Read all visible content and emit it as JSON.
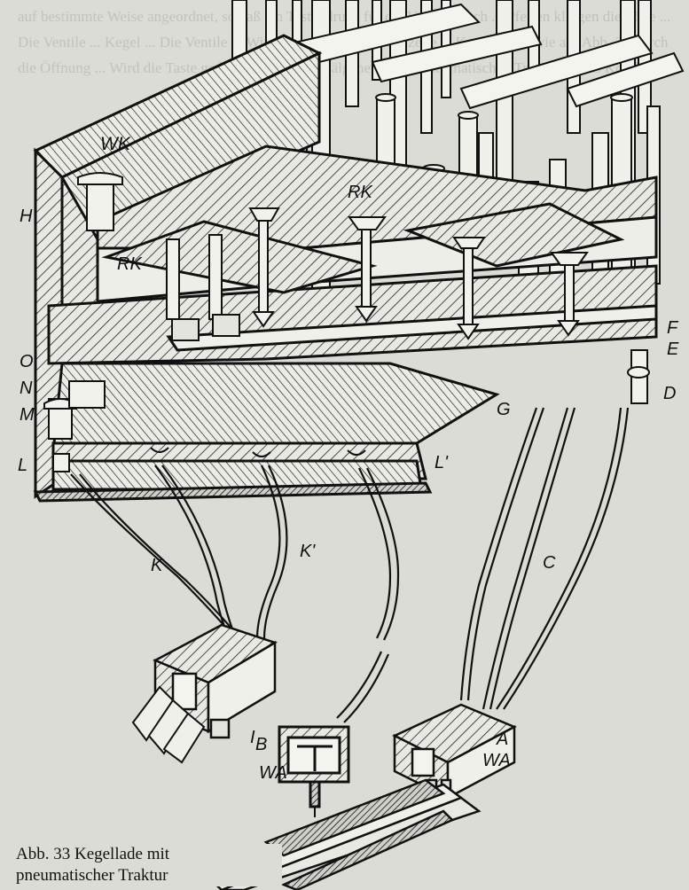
{
  "caption": {
    "line1": "Abb. 33   Kegellade mit",
    "line2": "pneumatischer Traktur"
  },
  "labels": {
    "WK": "WK",
    "H": "H",
    "RK_left": "RK",
    "RK_right": "RK",
    "O": "O",
    "N": "N",
    "M": "M",
    "L": "L",
    "L_prime": "L'",
    "K": "K",
    "K_prime": "K'",
    "G": "G",
    "F": "F",
    "E": "E",
    "D": "D",
    "C": "C",
    "I": "I",
    "B": "B",
    "WA_center": "WA",
    "A": "A",
    "WA_right": "WA"
  },
  "bleed_text": "auf bestimmte Weise angeordnet, so daß ein Tastendruck für die Ventile durch ... Pfeifen klingen die Töne ... Die Ventile ... Kegel ... Die Ventile ... Windkasten ... Registerkanzelle ... Kondukte ... wie auf Abb. 33 durch die Öffnung ... Wird die Taste gedrückt, fallen die Bälgchen ... der pneumatischen Traktur ... Das Kondukt ..."
}
